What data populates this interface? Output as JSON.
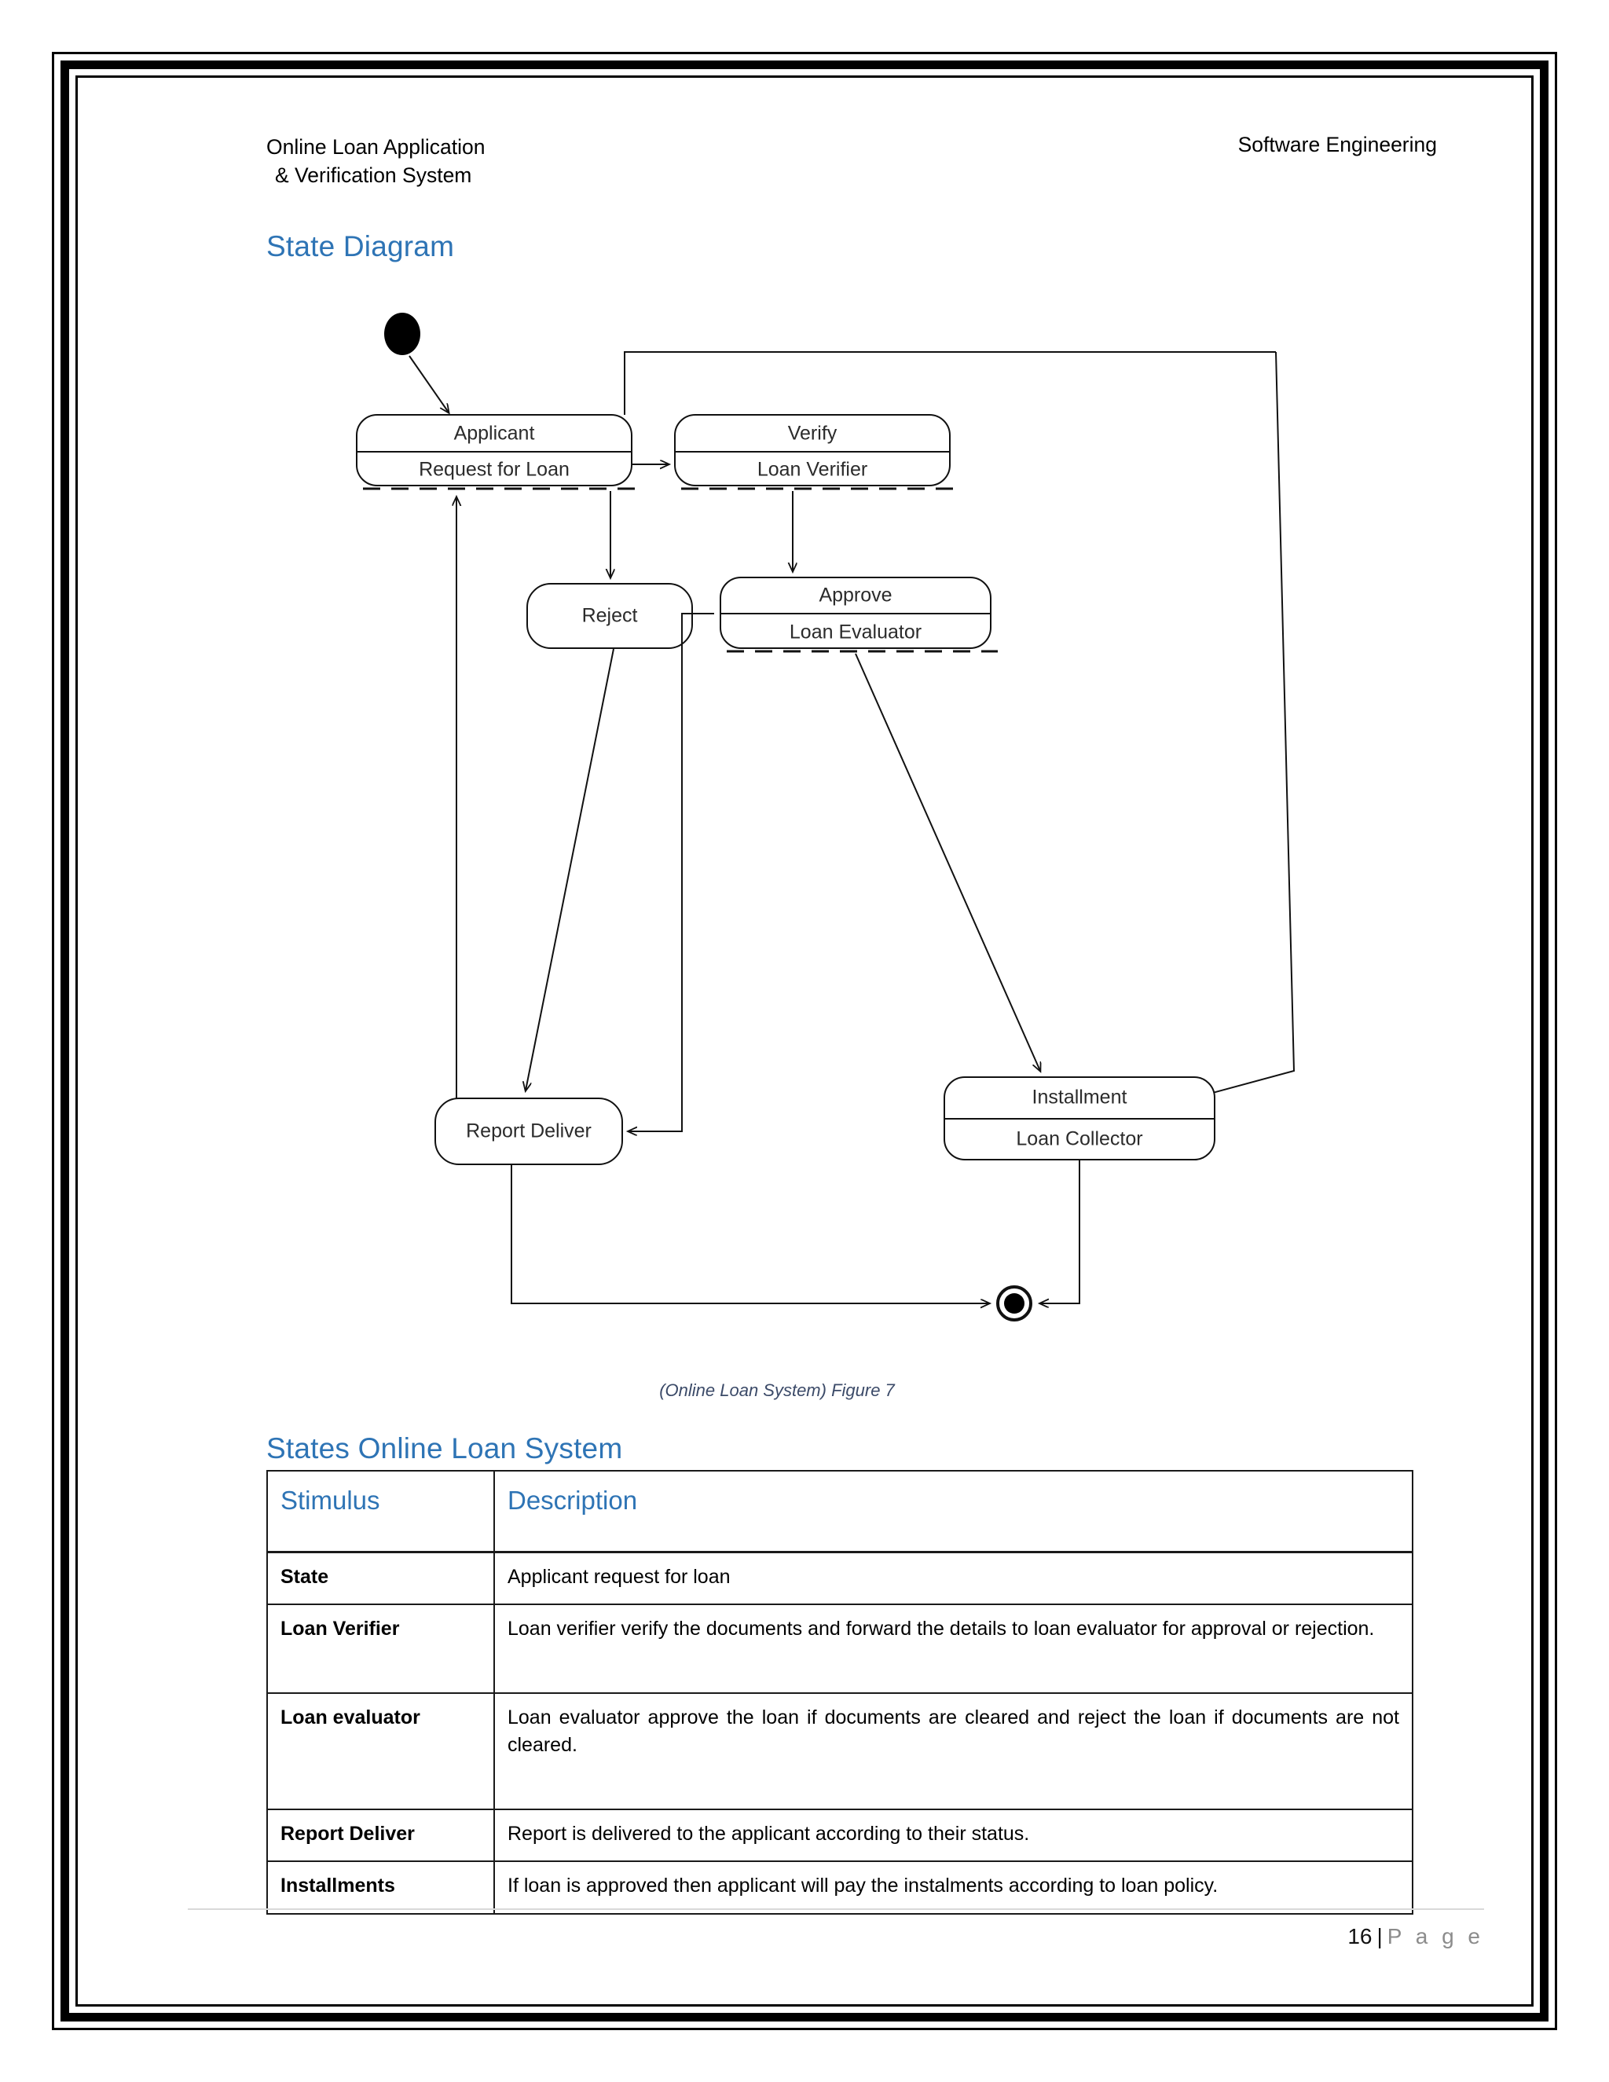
{
  "header": {
    "left_line1": "Online Loan Application",
    "left_line2": "& Verification System",
    "right": "Software Engineering"
  },
  "headings": {
    "state_diagram": "State Diagram",
    "states_table": "States Online Loan System"
  },
  "diagram": {
    "caption": "(Online Loan System) Figure 7",
    "nodes": {
      "applicant_title": "Applicant",
      "applicant_sub": "Request for Loan",
      "verify_title": "Verify",
      "verify_sub": "Loan Verifier",
      "reject": "Reject",
      "approve_title": "Approve",
      "approve_sub": "Loan Evaluator",
      "report_deliver": "Report Deliver",
      "installment_title": "Installment",
      "installment_sub": "Loan Collector"
    }
  },
  "table": {
    "columns": [
      "Stimulus",
      "Description"
    ],
    "rows": [
      {
        "stimulus": "State",
        "description": "Applicant request for loan"
      },
      {
        "stimulus": "Loan Verifier",
        "description": "Loan verifier verify the documents and forward the details to loan evaluator for approval or rejection."
      },
      {
        "stimulus": "Loan evaluator",
        "description": "Loan evaluator approve the loan if documents are cleared and reject the loan if documents are not cleared."
      },
      {
        "stimulus": "Report Deliver",
        "description": "Report is delivered to the applicant according to their status."
      },
      {
        "stimulus": "Installments",
        "description": "If loan is approved then applicant will pay the instalments according to loan policy."
      }
    ]
  },
  "footer": {
    "page_number": "16",
    "separator": "|",
    "page_word": "P a g e"
  },
  "colors": {
    "heading_blue": "#2E74B5",
    "caption_blue": "#3b4a68",
    "border_black": "#000000"
  }
}
